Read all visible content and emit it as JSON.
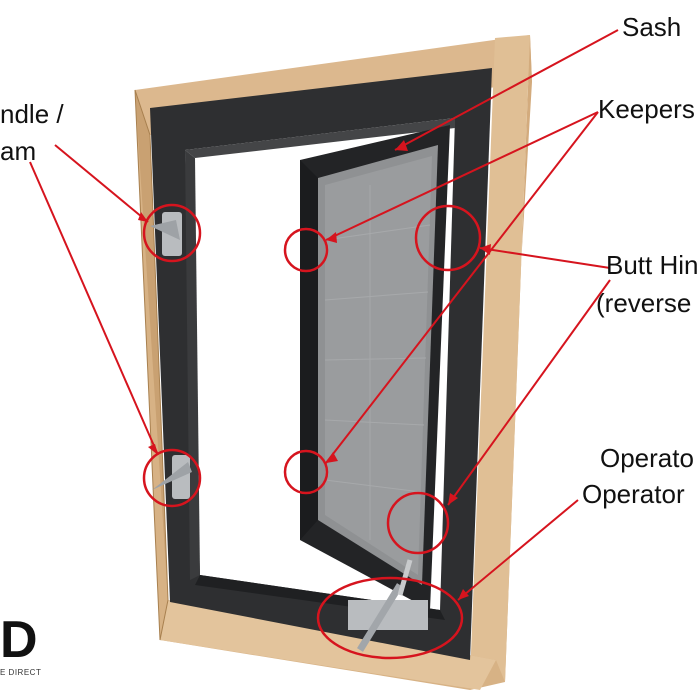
{
  "colors": {
    "background": "#ffffff",
    "frame_wood": "#d9b48a",
    "frame_wood_dark": "#b88a5c",
    "window_frame": "#2b2b2d",
    "glass": "#8e9092",
    "callout_red": "#d6141e",
    "label_text": "#111111"
  },
  "labels": {
    "sash": "Sash",
    "keepers": "Keepers",
    "butt_hinges_line1": "Butt Hin",
    "butt_hinges_line2": "(reverse",
    "operator_line1": "Operato",
    "operator_line2": "Operator",
    "handle_line1": "ndle /",
    "handle_line2": "am"
  },
  "logo": {
    "mark": "D",
    "tagline": "E DIRECT"
  }
}
